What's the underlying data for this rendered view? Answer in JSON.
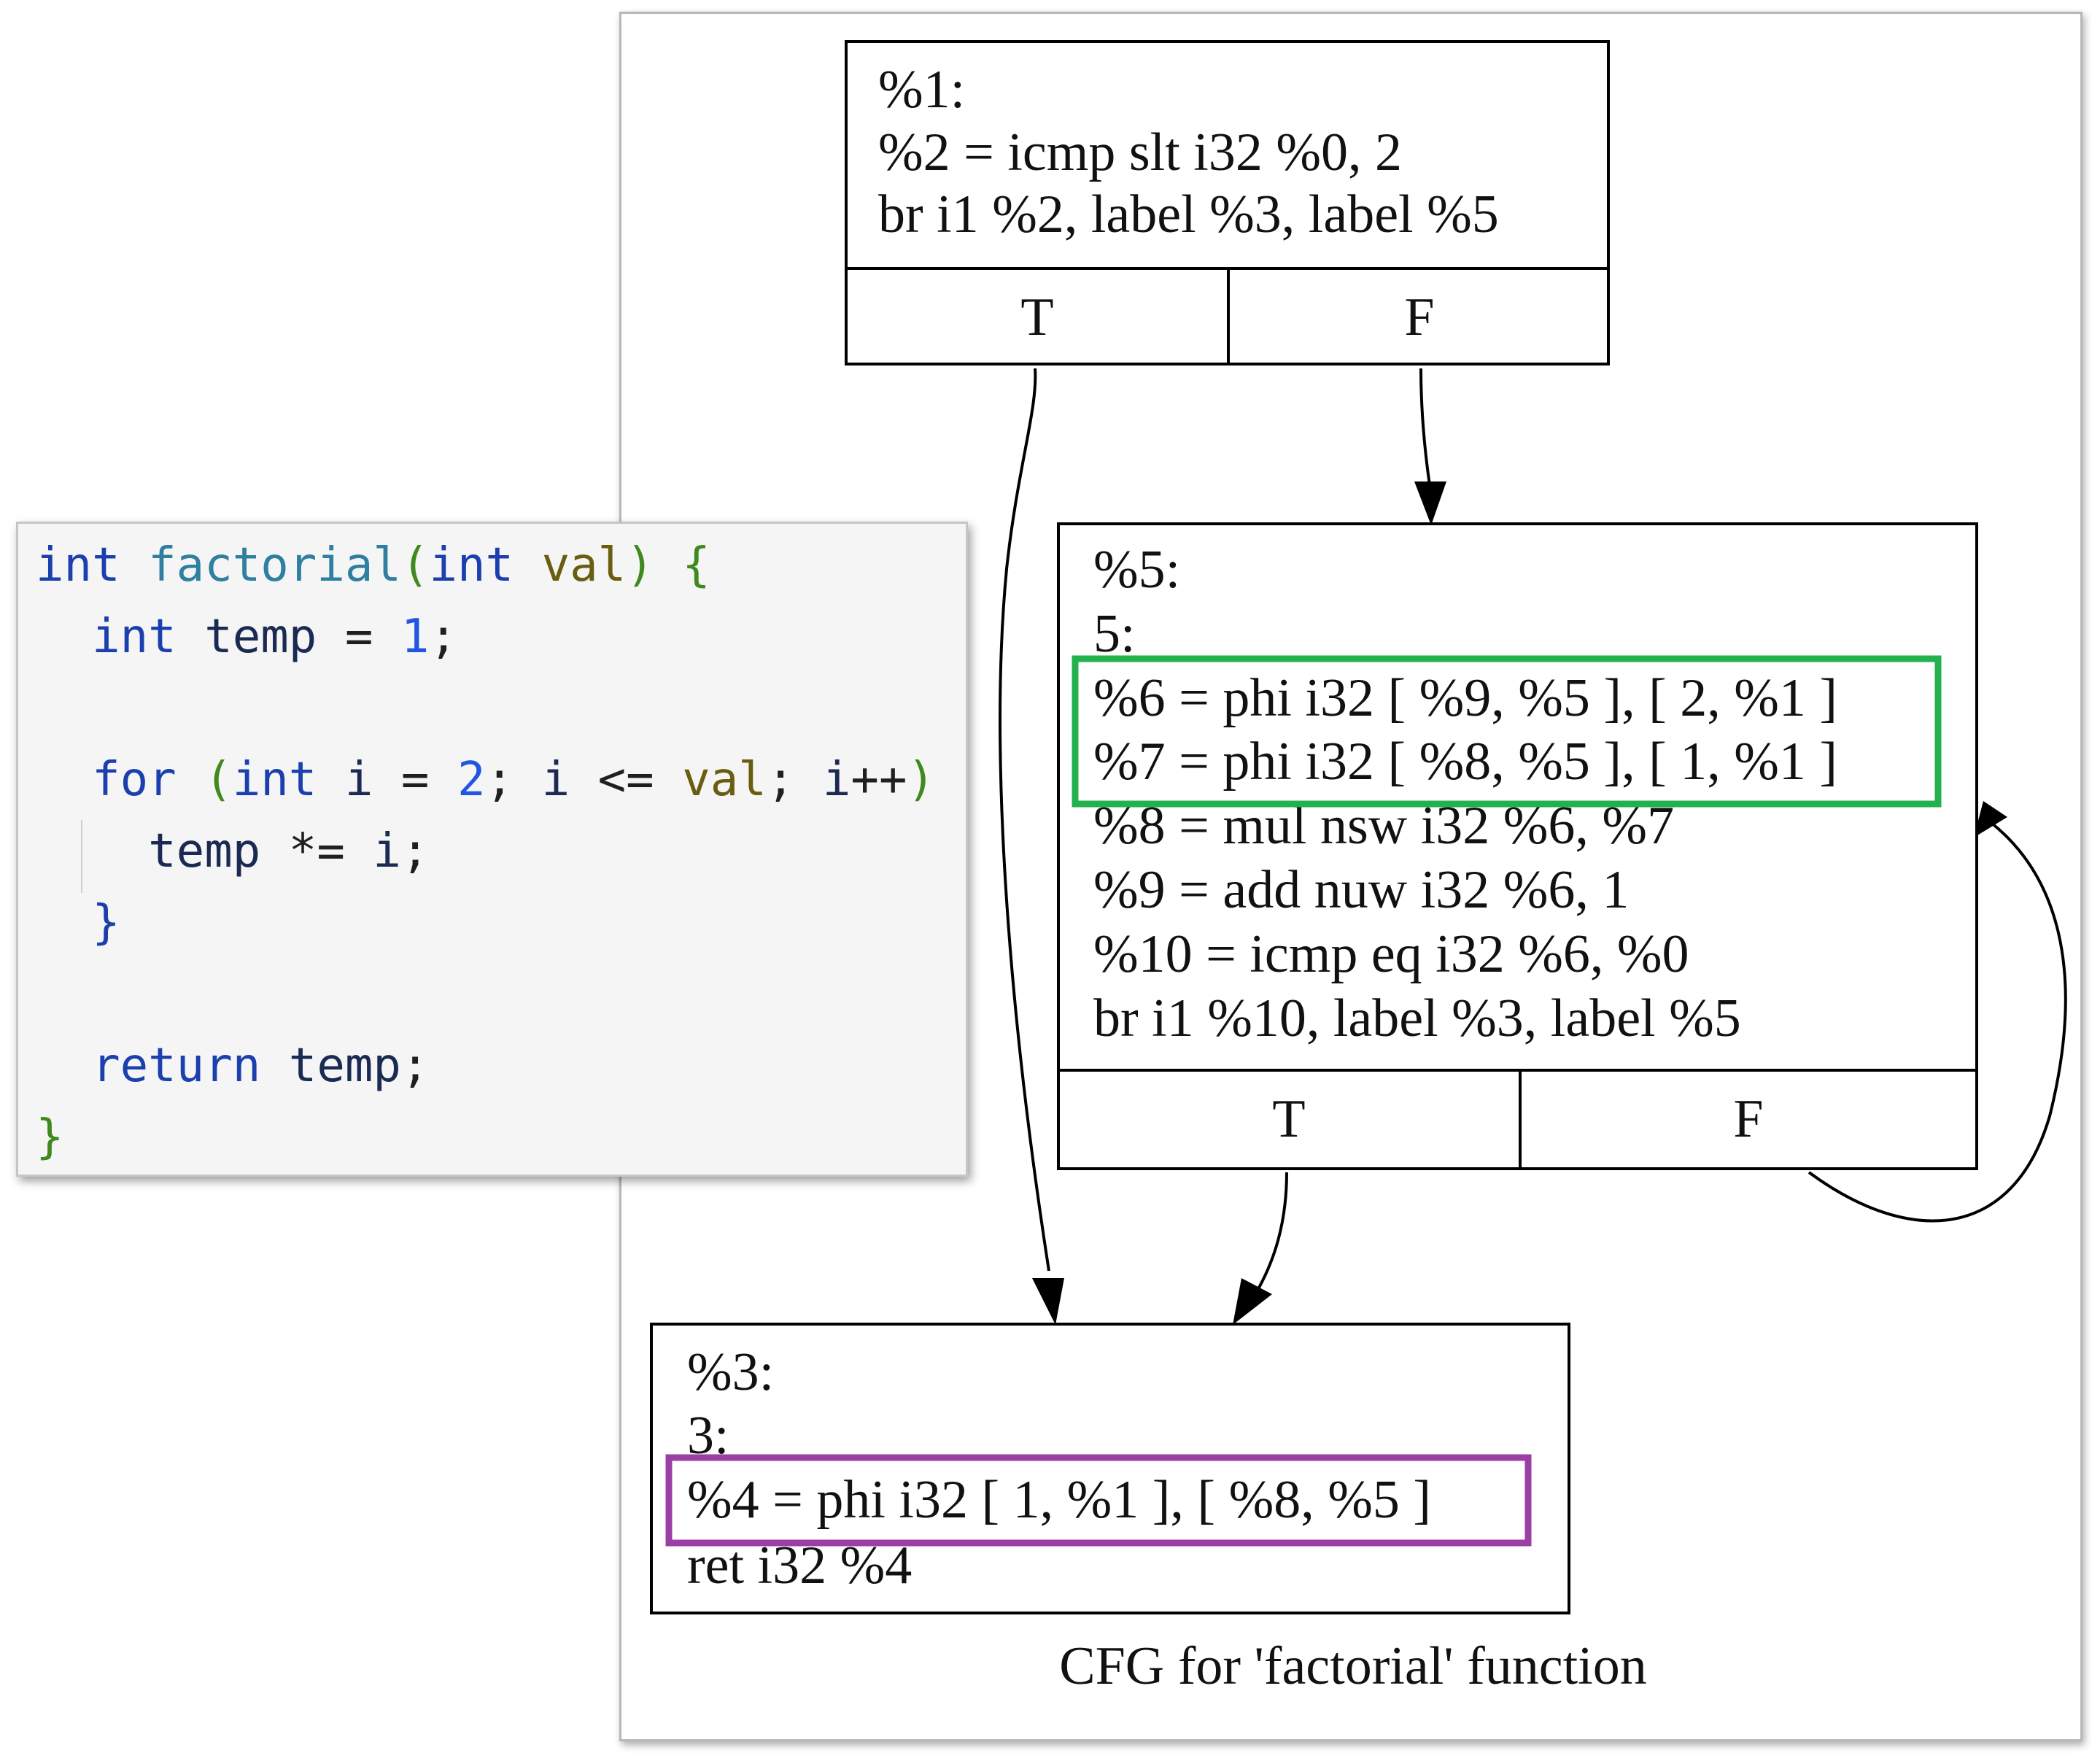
{
  "cfg": {
    "entry_block": {
      "lines": [
        "%1:",
        "%2 = icmp slt i32 %0, 2",
        "br i1 %2, label %3, label %5"
      ],
      "branch_true": "T",
      "branch_false": "F"
    },
    "loop_block": {
      "lines": [
        "%5:",
        "5:",
        "%6 = phi i32 [ %9, %5 ], [ 2, %1 ]",
        "%7 = phi i32 [ %8, %5 ], [ 1, %1 ]",
        "%8 = mul nsw i32 %6, %7",
        "%9 = add nuw i32 %6, 1",
        "%10 = icmp eq i32 %6, %0",
        "br i1 %10, label %3, label %5"
      ],
      "branch_true": "T",
      "branch_false": "F",
      "highlight_color": "#22b14c"
    },
    "exit_block": {
      "lines": [
        "%3:",
        "3:",
        "%4 = phi i32 [ 1, %1 ], [ %8, %5 ]",
        "ret i32 %4"
      ],
      "highlight_color": "#9b3fa6"
    },
    "caption": "CFG for 'factorial' function"
  },
  "code": {
    "lines": [
      [
        {
          "t": "int",
          "k": "kw"
        },
        {
          "t": " ",
          "k": "op"
        },
        {
          "t": "factorial",
          "k": "fn"
        },
        {
          "t": "(",
          "k": "pn"
        },
        {
          "t": "int",
          "k": "kw"
        },
        {
          "t": " ",
          "k": "op"
        },
        {
          "t": "val",
          "k": "var"
        },
        {
          "t": ")",
          "k": "pn"
        },
        {
          "t": " ",
          "k": "op"
        },
        {
          "t": "{",
          "k": "pn"
        }
      ],
      [
        {
          "t": "  ",
          "k": "op"
        },
        {
          "t": "int",
          "k": "kw"
        },
        {
          "t": " ",
          "k": "op"
        },
        {
          "t": "temp",
          "k": "id"
        },
        {
          "t": " = ",
          "k": "op"
        },
        {
          "t": "1",
          "k": "num"
        },
        {
          "t": ";",
          "k": "op"
        }
      ],
      [],
      [
        {
          "t": "  ",
          "k": "op"
        },
        {
          "t": "for",
          "k": "kw"
        },
        {
          "t": " ",
          "k": "op"
        },
        {
          "t": "(",
          "k": "pn"
        },
        {
          "t": "int",
          "k": "kw"
        },
        {
          "t": " ",
          "k": "op"
        },
        {
          "t": "i",
          "k": "id"
        },
        {
          "t": " = ",
          "k": "op"
        },
        {
          "t": "2",
          "k": "num"
        },
        {
          "t": "; ",
          "k": "op"
        },
        {
          "t": "i",
          "k": "id"
        },
        {
          "t": " <= ",
          "k": "op"
        },
        {
          "t": "val",
          "k": "var"
        },
        {
          "t": "; ",
          "k": "op"
        },
        {
          "t": "i",
          "k": "id"
        },
        {
          "t": "++",
          "k": "op"
        },
        {
          "t": ")",
          "k": "pn"
        },
        {
          "t": " ",
          "k": "op"
        },
        {
          "t": "{",
          "k": "kw"
        }
      ],
      [
        {
          "t": "    ",
          "k": "op"
        },
        {
          "t": "temp",
          "k": "id"
        },
        {
          "t": " *= ",
          "k": "op"
        },
        {
          "t": "i",
          "k": "id"
        },
        {
          "t": ";",
          "k": "op"
        }
      ],
      [
        {
          "t": "  ",
          "k": "op"
        },
        {
          "t": "}",
          "k": "kw"
        }
      ],
      [],
      [
        {
          "t": "  ",
          "k": "op"
        },
        {
          "t": "return",
          "k": "kw"
        },
        {
          "t": " ",
          "k": "op"
        },
        {
          "t": "temp",
          "k": "id"
        },
        {
          "t": ";",
          "k": "op"
        }
      ],
      [
        {
          "t": "}",
          "k": "pn"
        }
      ]
    ]
  }
}
